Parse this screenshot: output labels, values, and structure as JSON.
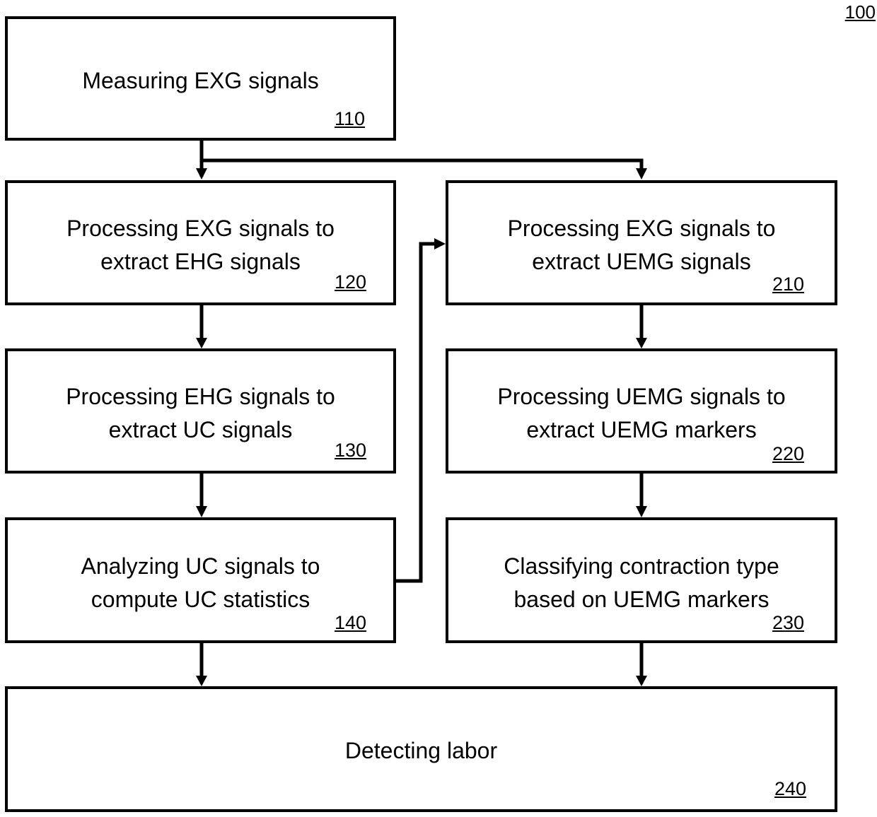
{
  "figure_ref": "100",
  "steps": {
    "s110": {
      "lines": [
        "Measuring EXG signals"
      ],
      "ref": "110"
    },
    "s120": {
      "lines": [
        "Processing EXG signals to",
        "extract EHG signals"
      ],
      "ref": "120"
    },
    "s130": {
      "lines": [
        "Processing EHG signals to",
        "extract UC signals"
      ],
      "ref": "130"
    },
    "s140": {
      "lines": [
        "Analyzing UC signals to",
        "compute UC statistics"
      ],
      "ref": "140"
    },
    "s210": {
      "lines": [
        "Processing EXG signals to",
        "extract UEMG signals"
      ],
      "ref": "210"
    },
    "s220": {
      "lines": [
        "Processing UEMG signals to",
        "extract UEMG markers"
      ],
      "ref": "220"
    },
    "s230": {
      "lines": [
        "Classifying contraction type",
        "based on UEMG markers"
      ],
      "ref": "230"
    },
    "s240": {
      "lines": [
        "Detecting labor"
      ],
      "ref": "240"
    }
  }
}
